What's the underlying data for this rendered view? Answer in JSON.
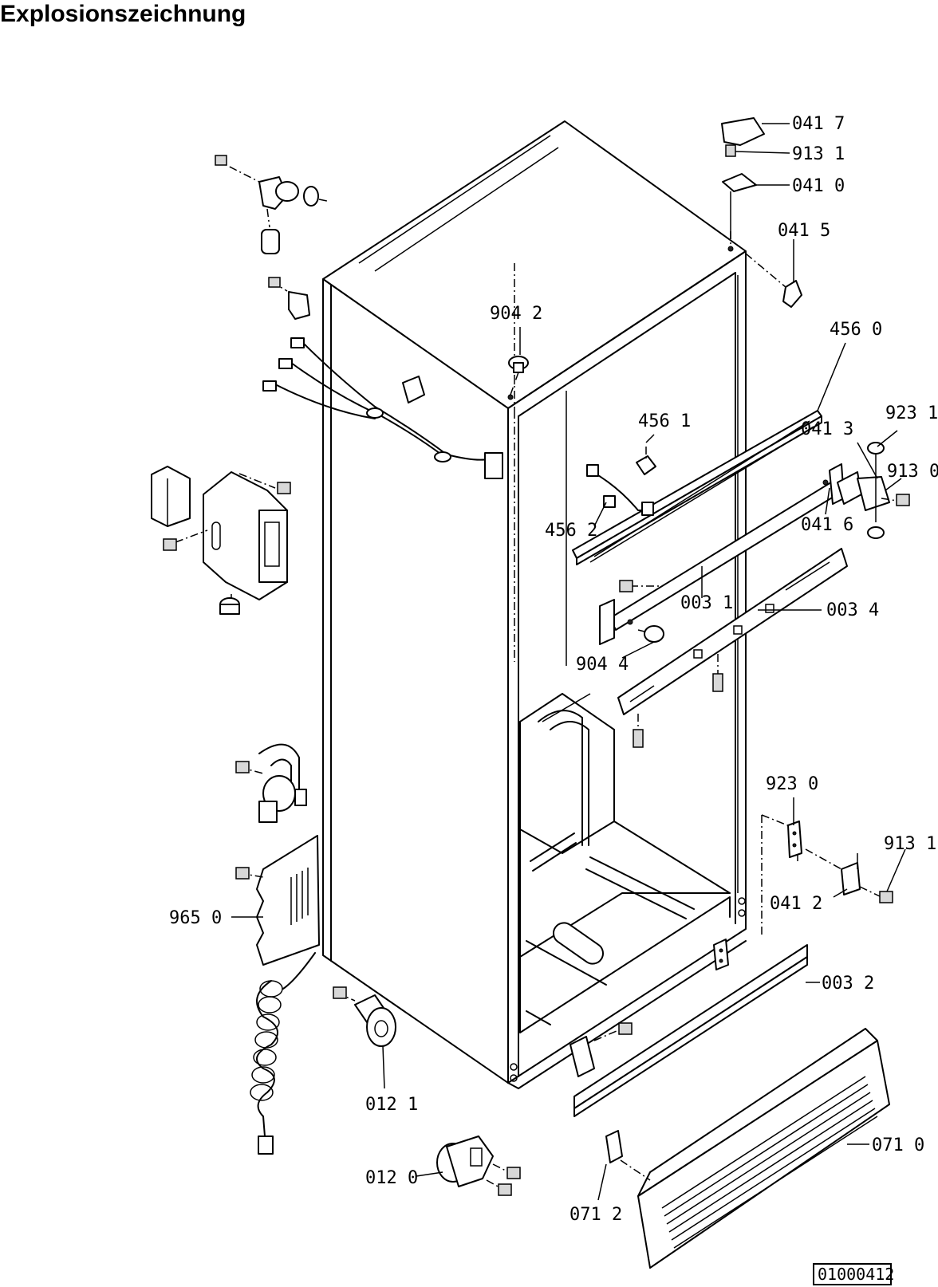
{
  "title": "Explosionszeichnung",
  "document_number": "01000412",
  "callouts": {
    "c0417": "041 7",
    "c9131a": "913 1",
    "c0410": "041 0",
    "c0415": "041 5",
    "c9042": "904 2",
    "c4560": "456 0",
    "c4561": "456 1",
    "c0413": "041 3",
    "c9231": "923 1",
    "c9130": "913 0",
    "c4562": "456 2",
    "c0416": "041 6",
    "c0031": "003 1",
    "c0034": "003 4",
    "c9044": "904 4",
    "c9230": "923 0",
    "c9131b": "913 1",
    "c0412": "041 2",
    "c9650": "965 0",
    "c0032": "003 2",
    "c0121": "012 1",
    "c0120": "012 0",
    "c0710": "071 0",
    "c0712": "071 2"
  }
}
